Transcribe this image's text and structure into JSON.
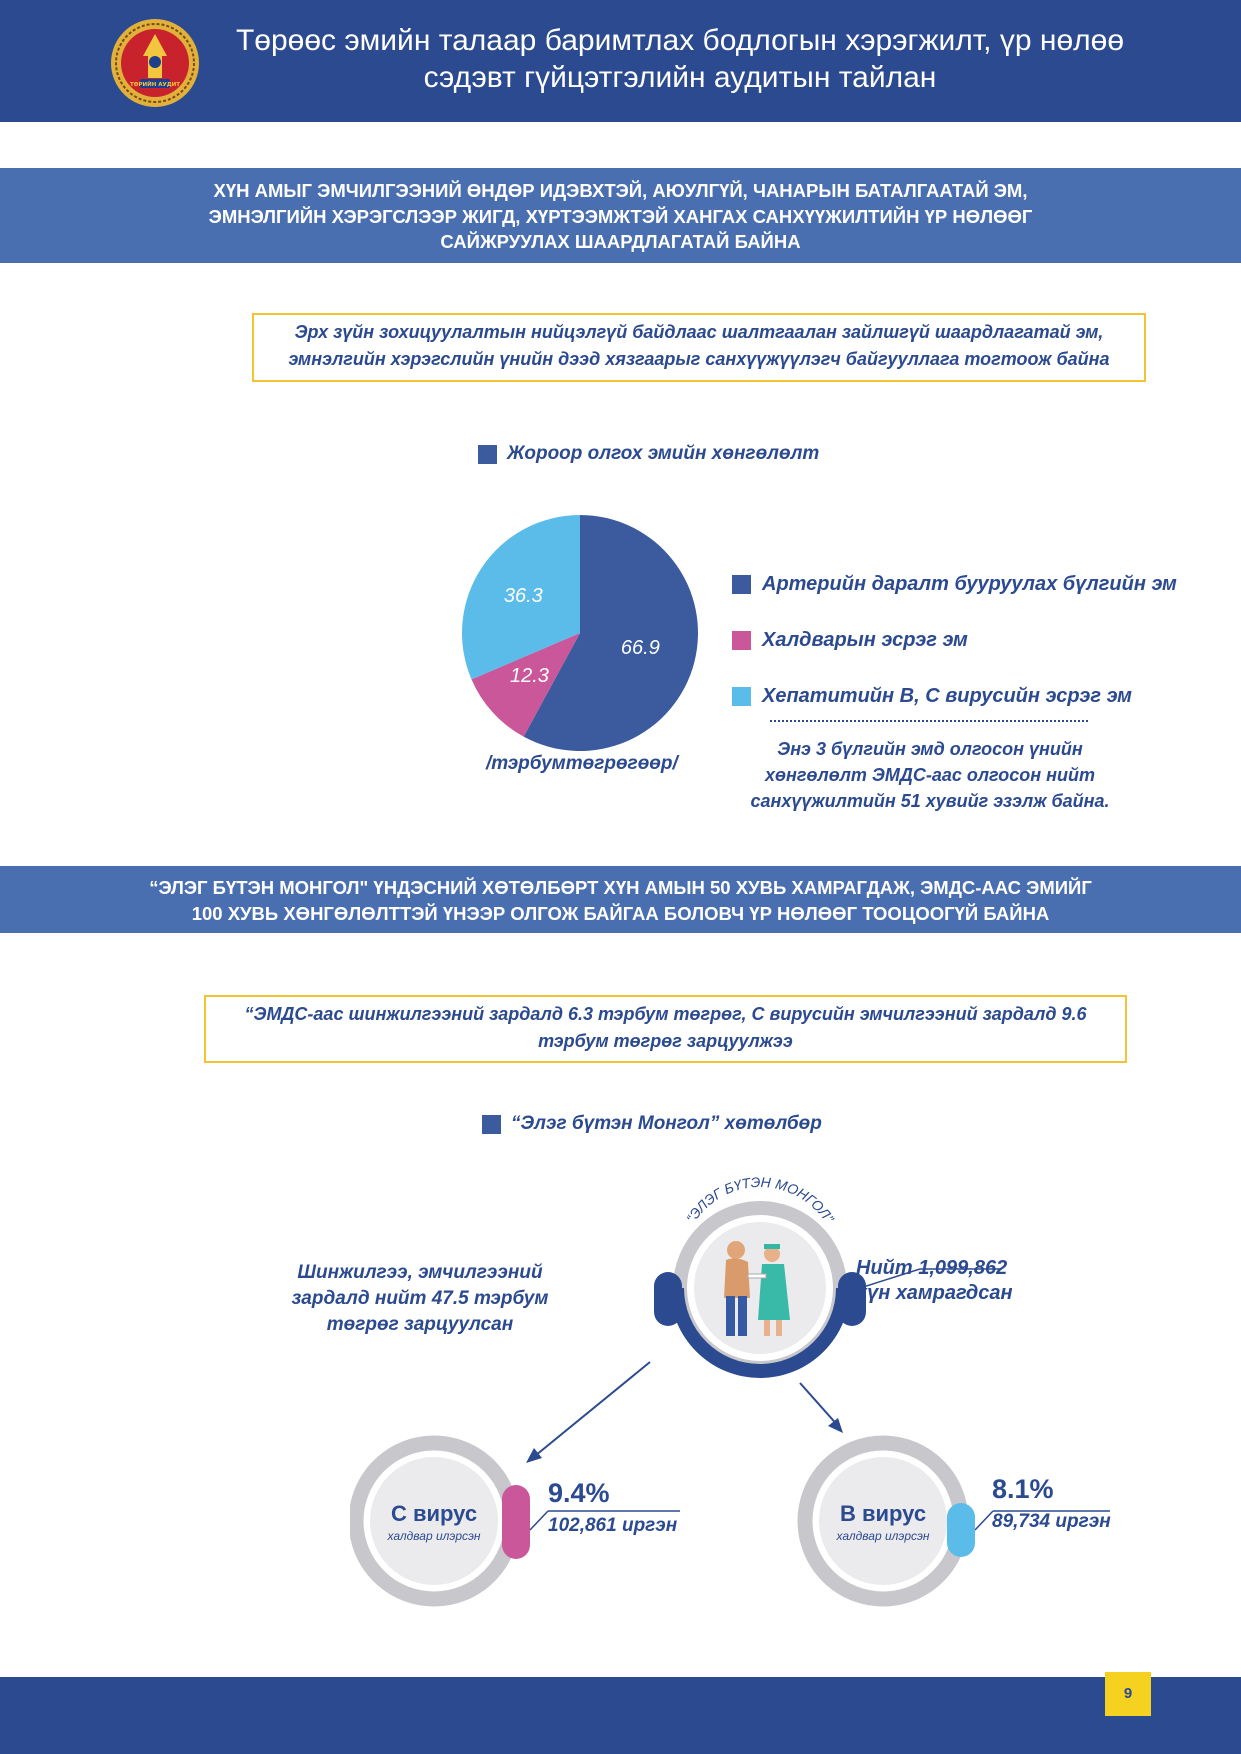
{
  "header": {
    "title_line1": "Төрөөс эмийн талаар баримтлах бодлогын хэрэгжилт, үр нөлөө",
    "title_line2": "сэдэвт гүйцэтгэлийн аудитын тайлан",
    "logo_text": "ТӨРИЙН АУДИТ"
  },
  "section1": {
    "banner_line1": "ХҮН АМЫГ ЭМЧИЛГЭЭНИЙ ӨНДӨР ИДЭВХТЭЙ, АЮУЛГҮЙ, ЧАНАРЫН БАТАЛГААТАЙ ЭМ,",
    "banner_line2": "ЭМНЭЛГИЙН ХЭРЭГСЛЭЭР ЖИГД, ХҮРТЭЭМЖТЭЙ ХАНГАХ САНХҮҮЖИЛТИЙН ҮР НӨЛӨӨГ",
    "banner_line3": "САЙЖРУУЛАХ ШААРДЛАГАТАЙ БАЙНА",
    "callout_line1": "Эрх зүйн зохицуулалтын нийцэлгүй байдлаас шалтгаалан зайлшгүй шаардлагатай эм,",
    "callout_line2": "эмнэлгийн хэрэгслийн үнийн дээд хязгаарыг санхүүжүүлэгч байгууллага тогтоож байна",
    "legend_head": "Жороор олгох эмийн хөнгөлөлт",
    "unit_label": "/тэрбумтөгрөгөөр/",
    "note_line1": "Энэ 3 бүлгийн эмд олгосон үнийн",
    "note_line2": "хөнгөлөлт  ЭМДС-аас олгосон нийт",
    "note_line3": "санхүүжилтийн 51 хувийг эзэлж байна."
  },
  "chart_data": {
    "type": "pie",
    "title": "Жороор олгох эмийн хөнгөлөлт",
    "unit": "/тэрбумтөгрөгөөр/",
    "categories": [
      "Артерийн даралт бууруулах бүлгийн эм",
      "Халдварын эсрэг эм",
      "Хепатитийн B, C вирусийн эсрэг эм"
    ],
    "values": [
      66.9,
      12.3,
      36.3
    ],
    "value_labels": [
      "66.9",
      "12.3",
      "36.3"
    ],
    "colors": [
      "#3b5b9e",
      "#c9579a",
      "#5cbce9"
    ],
    "legend_position": "right"
  },
  "section2": {
    "banner_line1": "“ЭЛЭГ БҮТЭН МОНГОЛ\" ҮНДЭСНИЙ ХӨТӨЛБӨРТ ХҮН АМЫН 50 ХУВЬ ХАМРАГДАЖ, ЭМДС-ААС ЭМИЙГ",
    "banner_line2": "100 ХУВЬ ХӨНГӨЛӨЛТТЭЙ ҮНЭЭР ОЛГОЖ БАЙГАА БОЛОВЧ ҮР НӨЛӨӨГ ТООЦООГҮЙ БАЙНА",
    "callout_line1": "“ЭМДС-аас шинжилгээний зардалд 6.3 тэрбум төгрөг, С вирусийн эмчилгээний зардалд 9.6",
    "callout_line2": "тэрбум төгрөг зарцуулжээ",
    "legend_head": "“Элэг бүтэн Монгол” хөтөлбөр",
    "program_arc_text": "“ЭЛЭГ БҮТЭН МОНГОЛ”",
    "spend_line1": "Шинжилгээ, эмчилгээний",
    "spend_line2": "зардалд нийт 47.5 тэрбум",
    "spend_line3": "төгрөг зарцуулсан",
    "total_line1": "Нийт 1,099,862",
    "total_line2": "хүн хамрагдсан",
    "c_virus": {
      "name": "С вирус",
      "sub": "халдвар илэрсэн",
      "percent": "9.4%",
      "count": "102,861 иргэн"
    },
    "b_virus": {
      "name": "В вирус",
      "sub": "халдвар илэрсэн",
      "percent": "8.1%",
      "count": "89,734 иргэн"
    }
  },
  "footer": {
    "page_number": "9"
  },
  "colors": {
    "navy": "#2b4a8f",
    "banner": "#4a6fb1",
    "pink": "#c9579a",
    "sky": "#5cbce9",
    "gold": "#f2c434",
    "grey_ring": "#c8c7cb"
  }
}
